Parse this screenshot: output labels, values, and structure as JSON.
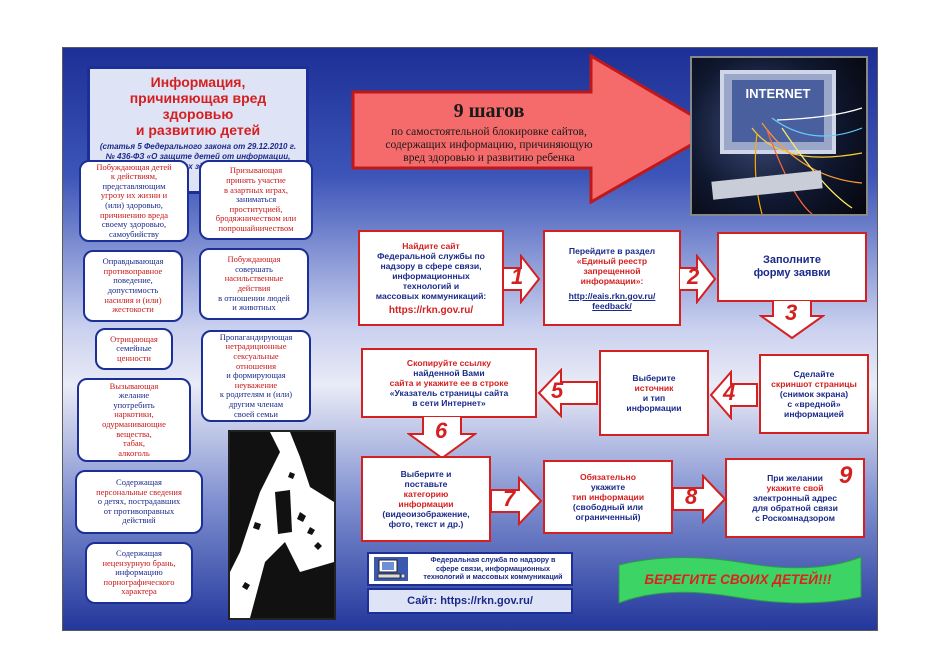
{
  "poster_title": {
    "line1": "Информация,",
    "line2": "причиняющая вред здоровью",
    "line3": "и развитию детей",
    "sub1": "(статья 5 Федерального закона от 29.12.2010 г.",
    "sub2": "№ 436-ФЗ «О защите детей от информации,",
    "sub3": "причиняющей вред их здоровью и развитию»)"
  },
  "left_cards": [
    {
      "l1": "Побуждающая детей",
      "l2": "к действиям,",
      "l3": "представляющим",
      "l4": "угрозу их жизни и",
      "l5": "(или) здоровью,",
      "l6": "причинению вреда",
      "l7": "своему здоровью,",
      "l8": "самоубийству"
    },
    {
      "l1": "Оправдывающая",
      "l2": "противоправное",
      "l3": "поведение,",
      "l4": "допустимость",
      "l5": "насилия и (или)",
      "l6": "жестокости"
    },
    {
      "l1": "Отрицающая",
      "l2": "семейные",
      "l3": "ценности"
    },
    {
      "l1": "Вызывающая",
      "l2": "желание",
      "l3": "употребить",
      "l4": "наркотики,",
      "l5": "одурманивающие",
      "l6": "вещества,",
      "l7": "табак,",
      "l8": "алкоголь"
    },
    {
      "l1": "Содержащая",
      "l2": "персональные сведения",
      "l3": "о детях, пострадавших",
      "l4": "от противоправных",
      "l5": "действий"
    },
    {
      "l1": "Содержащая",
      "l2": "нецензурную брань,",
      "l3": "информацию",
      "l4": "порнографического",
      "l5": "характера"
    }
  ],
  "right_cards": [
    {
      "l1": "Призывающая",
      "l2": "принять участие",
      "l3": "в азартных играх,",
      "l4": "заниматься",
      "l5": "проституцией,",
      "l6": "бродяжничеством или",
      "l7": "попрошайничеством"
    },
    {
      "l1": "Побуждающая",
      "l2": "совершать",
      "l3": "насильственные",
      "l4": "действия",
      "l5": "в отношении людей",
      "l6": "и животных"
    },
    {
      "l1": "Пропагандирующая",
      "l2": "нетрадиционные",
      "l3": "сексуальные",
      "l4": "отношения",
      "l5": "и формирующая",
      "l6": "неуважение",
      "l7": "к родителям и (или)",
      "l8": "другим членам",
      "l9": "своей семьи"
    }
  ],
  "arrow": {
    "title": "9 шагов",
    "l1": "по самостоятельной блокировке сайтов,",
    "l2": "содержащих информацию, причиняющую",
    "l3": "вред здоровью и развитию ребенка"
  },
  "photo_label": "INTERNET",
  "steps": [
    {
      "num": "1",
      "l1": "Найдите сайт",
      "l2": "Федеральной службы по",
      "l3": "надзору в сфере связи,",
      "l4": "информационных",
      "l5": "технологий и",
      "l6": "массовых коммуникаций:",
      "l7": "https://rkn.gov.ru/"
    },
    {
      "num": "2",
      "l1": "Перейдите в раздел",
      "l2": "«Единый реестр",
      "l3": "запрещенной",
      "l4": "информации»:",
      "l5": "http://eais.rkn.gov.ru/",
      "l6": "feedback/"
    },
    {
      "num": "3",
      "l1": "Заполните",
      "l2": "форму заявки"
    },
    {
      "num": "4",
      "l1": "Сделайте",
      "l2": "скриншот страницы",
      "l3": "(снимок экрана)",
      "l4": "с «вредной»",
      "l5": "информацией"
    },
    {
      "num": "5",
      "l1": "Выберите",
      "l2": "источник",
      "l3": "и тип",
      "l4": "информации"
    },
    {
      "num": "6",
      "l1": "Скопируйте ссылку",
      "l2": "найденной Вами",
      "l3": "сайта и укажите ее в строке",
      "l4": "«Указатель страницы сайта",
      "l5": "в сети Интернет»"
    },
    {
      "num": "7",
      "l1": "Выберите и",
      "l2": "поставьте",
      "l3": "категорию",
      "l4": "информации",
      "l5": "(видеоизображение,",
      "l6": "фото, текст и др.)"
    },
    {
      "num": "8",
      "l1": "Обязательно",
      "l2": "укажите",
      "l3": "тип информации",
      "l4": "(свободный или",
      "l5": "ограниченный)"
    },
    {
      "num": "9",
      "l1": "При желании",
      "l2": "укажите свой",
      "l3": "электронный адрес",
      "l4": "для обратной связи",
      "l5": "с Роскомнадзором"
    }
  ],
  "footer": {
    "l1": "Федеральная служба по надзору в",
    "l2": "сфере связи, информационных",
    "l3": "технологий и массовых коммуникаций",
    "site": "Сайт: https://rkn.gov.ru/"
  },
  "slogan": "БЕРЕГИТЕ СВОИХ ДЕТЕЙ!!!",
  "colors": {
    "navy": "#1c2f96",
    "red": "#d42020",
    "arrow_fill": "#f56a6a",
    "slogan_fill": "#3cd464"
  }
}
